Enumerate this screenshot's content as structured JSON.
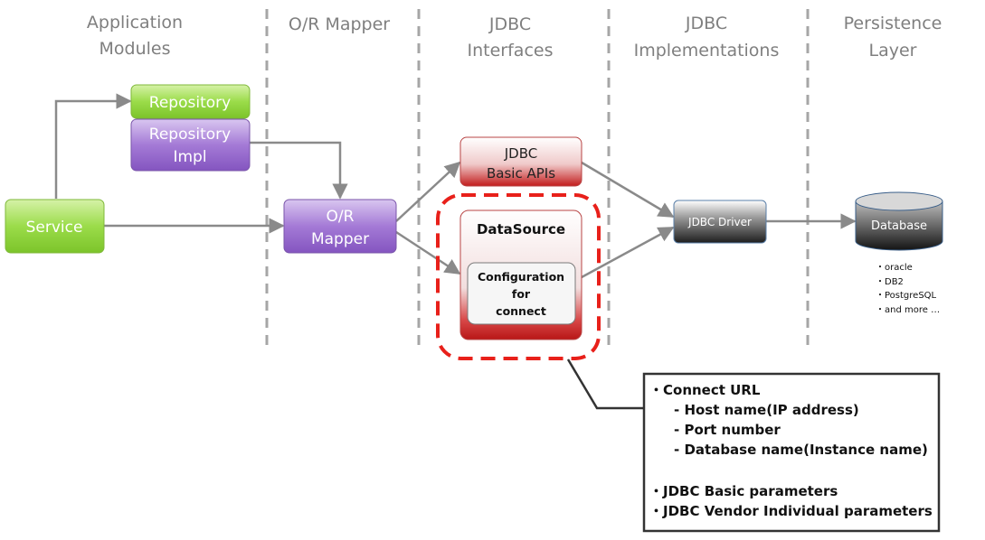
{
  "columns": [
    {
      "line1": "Application",
      "line2": "Modules"
    },
    {
      "line1": "O/R Mapper",
      "line2": ""
    },
    {
      "line1": "JDBC",
      "line2": "Interfaces"
    },
    {
      "line1": "JDBC",
      "line2": "Implementations"
    },
    {
      "line1": "Persistence",
      "line2": "Layer"
    }
  ],
  "boxes": {
    "repository": "Repository",
    "repository_impl_1": "Repository",
    "repository_impl_2": "Impl",
    "service": "Service",
    "or_mapper_1": "O/R",
    "or_mapper_2": "Mapper",
    "jdbc_basic_1": "JDBC",
    "jdbc_basic_2": "Basic APIs",
    "datasource": "DataSource",
    "config_1": "Configuration",
    "config_2": "for",
    "config_3": "connect",
    "driver": "JDBC Driver",
    "database": "Database"
  },
  "vendors": [
    "・oracle",
    "・DB2",
    "・PostgreSQL",
    "・and more …"
  ],
  "note": {
    "connect_url": "・Connect URL",
    "host": "- Host name(IP address)",
    "port": "- Port number",
    "dbname": "- Database name(Instance name)",
    "basic": "・JDBC Basic parameters",
    "vendor": "・JDBC Vendor Individual parameters"
  },
  "colors": {
    "green": "#8cd43c",
    "purple": "#9b6fcf",
    "red": "#c8221e",
    "dark": "#3a3a3a",
    "dash_red": "#e8201a",
    "arrow_gray": "#8a8a8a"
  }
}
